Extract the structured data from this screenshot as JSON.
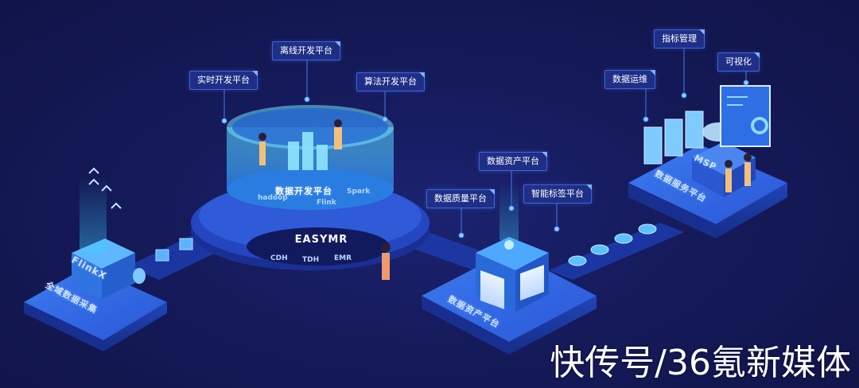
{
  "tags": {
    "offline_dev": "离线开发平台",
    "realtime_dev": "实时开发平台",
    "algorithm_dev": "算法开发平台",
    "data_quality": "数据质量平台",
    "data_asset": "数据资产平台",
    "smart_tag": "智能标签平台",
    "index_mgmt": "指标管理",
    "data_ops": "数据运维",
    "visualization": "可视化"
  },
  "platforms": {
    "collection": "全域数据采集",
    "collection_box": "FlinkX",
    "dev": "数据开发平台",
    "asset": "数据资产平台",
    "service": "数据服务平台",
    "service_box": "MSP"
  },
  "hub": {
    "name": "EASYMR",
    "subs": [
      "CDH",
      "TDH",
      "EMR"
    ]
  },
  "dev_ring_logos": [
    "hadoop",
    "Flink",
    "Spark"
  ],
  "watermark": "快传号/36氪新媒体"
}
